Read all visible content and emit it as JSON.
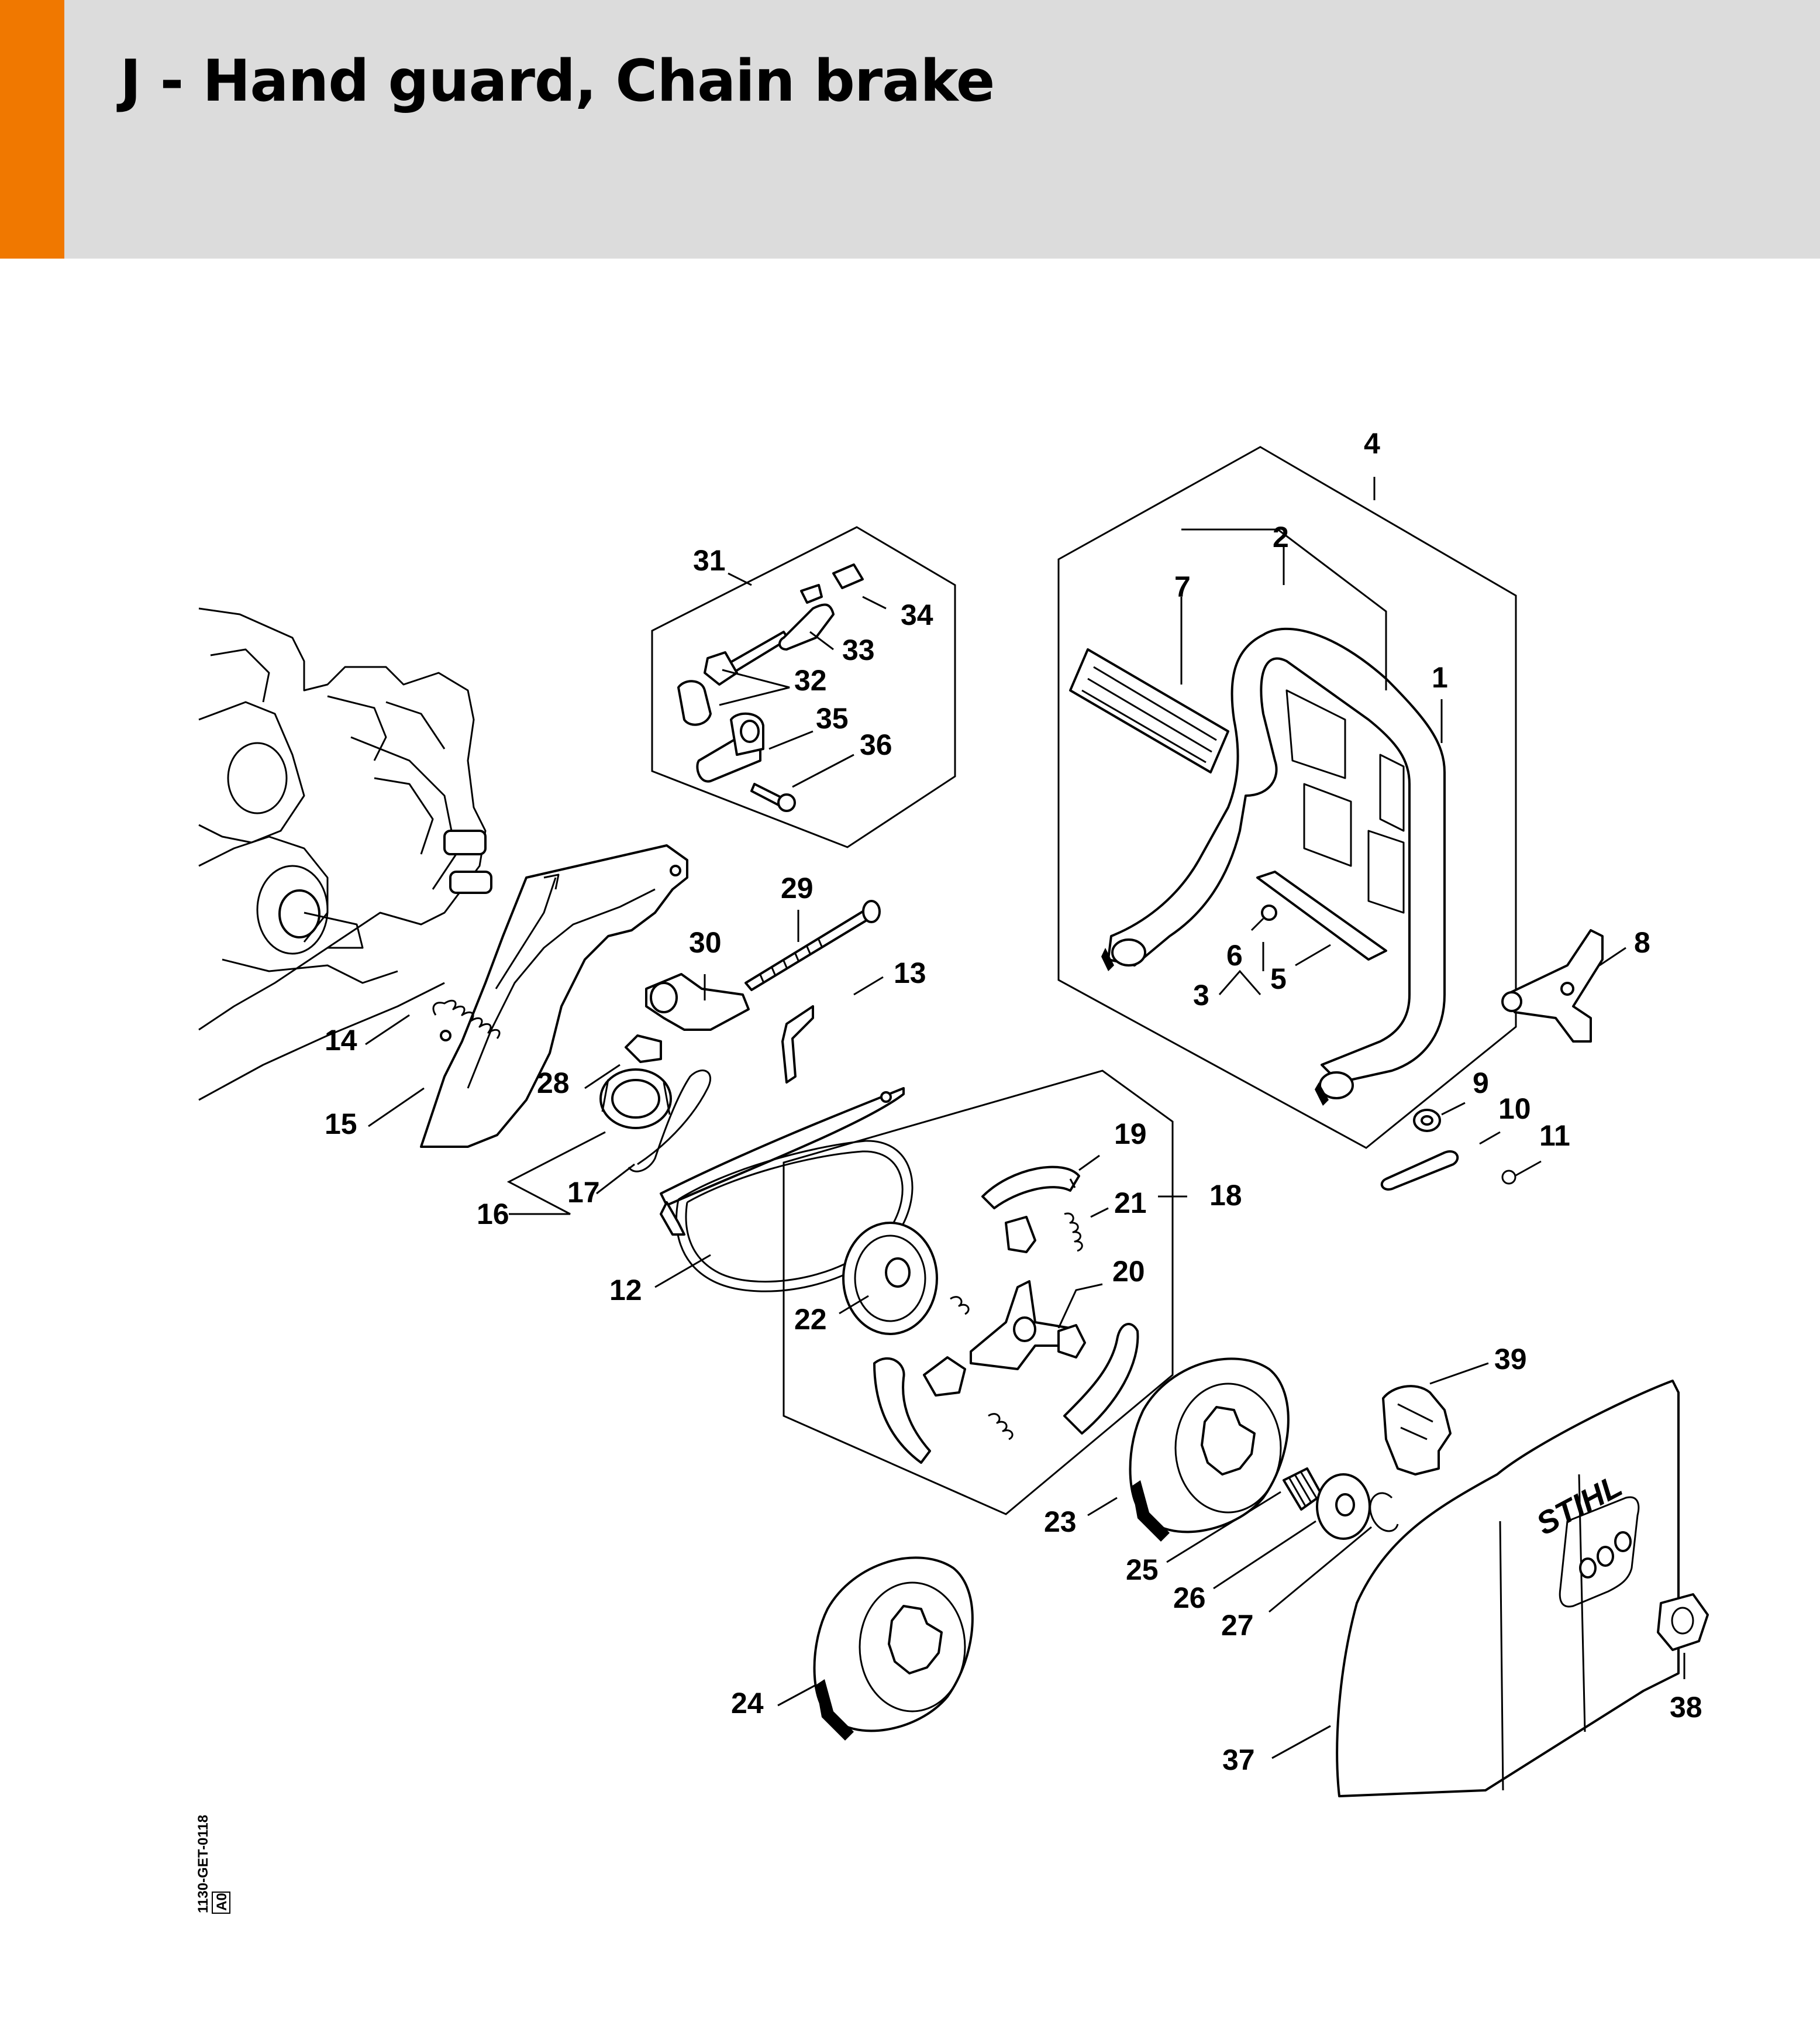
{
  "header": {
    "title": "J - Hand guard, Chain brake",
    "accent_color": "#f07800",
    "background_color": "#dcdcdc"
  },
  "diagram": {
    "drawing_code": "1130-GET-0118",
    "drawing_rev": "A0",
    "brand_mark": "STIHL",
    "callouts": [
      "1",
      "2",
      "3",
      "4",
      "5",
      "6",
      "7",
      "8",
      "9",
      "10",
      "11",
      "12",
      "13",
      "14",
      "15",
      "16",
      "17",
      "18",
      "19",
      "20",
      "21",
      "22",
      "23",
      "24",
      "25",
      "26",
      "27",
      "28",
      "29",
      "30",
      "31",
      "32",
      "33",
      "34",
      "35",
      "36",
      "37",
      "38",
      "39"
    ]
  }
}
